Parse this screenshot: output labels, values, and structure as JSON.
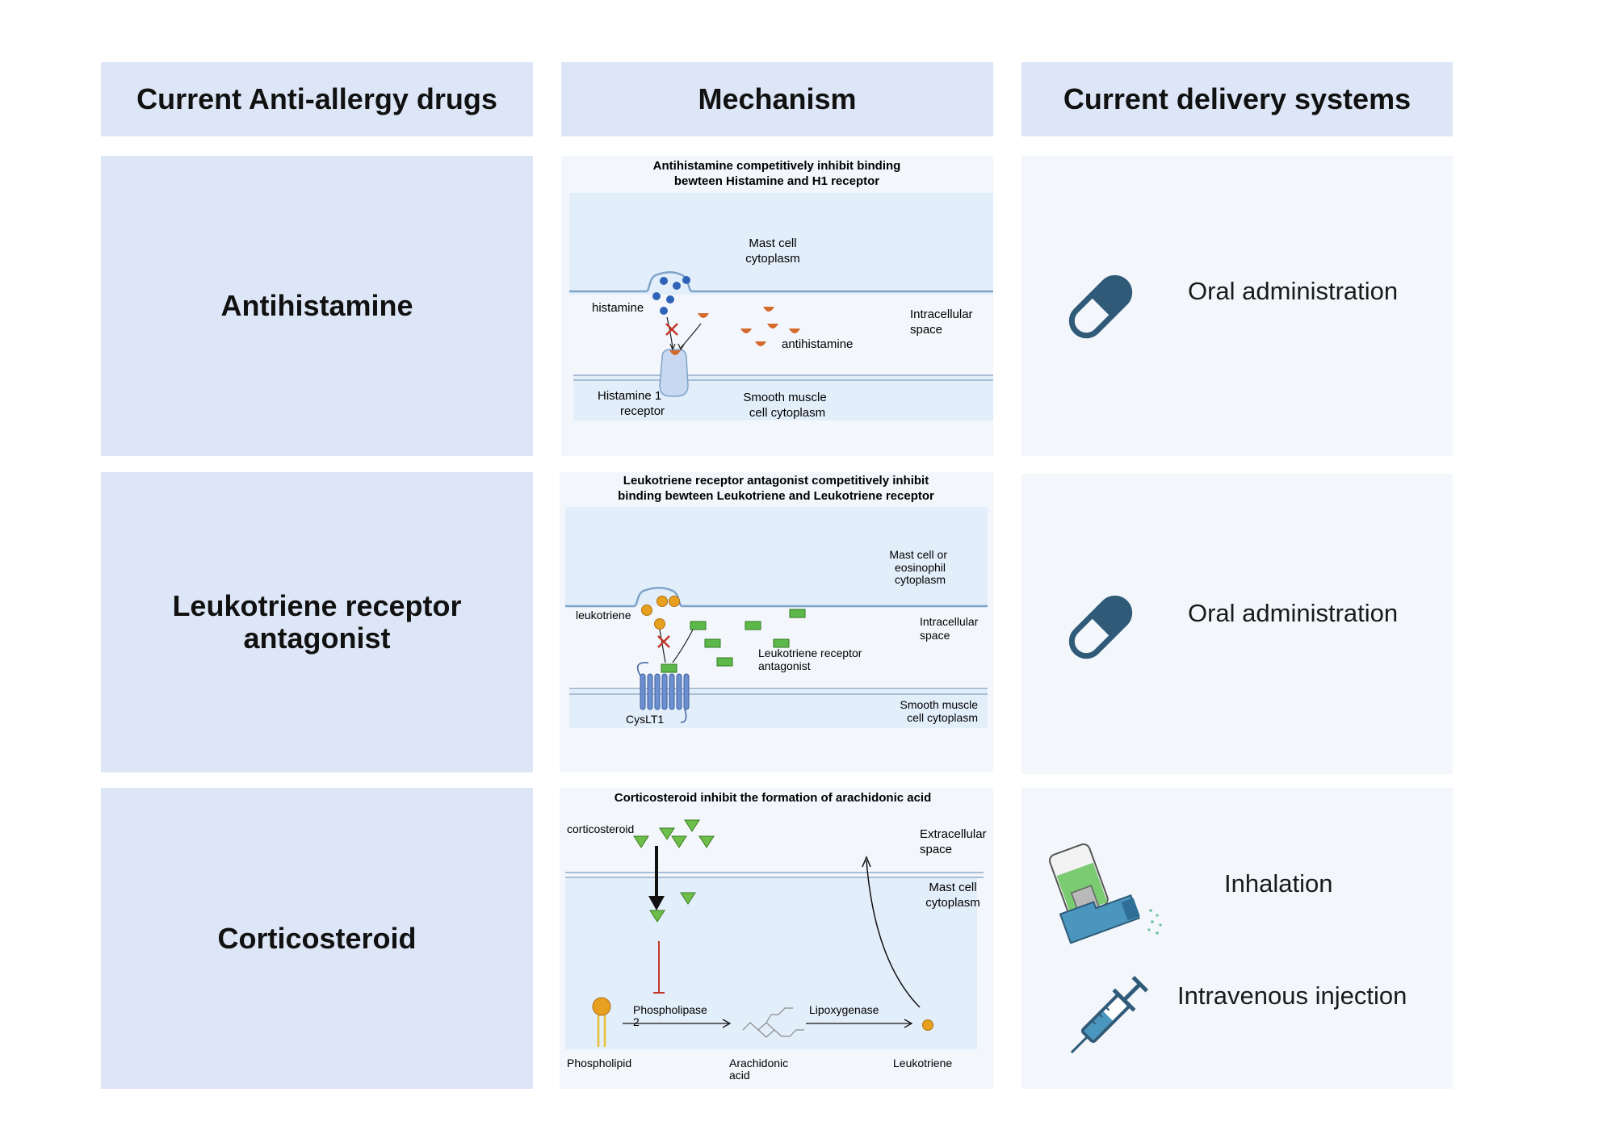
{
  "headers": {
    "drugs": "Current Anti-allergy drugs",
    "mechanism": "Mechanism",
    "delivery": "Current delivery systems"
  },
  "rows": [
    {
      "drug_line1": "Antihistamine",
      "drug_line2": "",
      "mechanism": {
        "title_line1": "Antihistamine competitively inhibit binding",
        "title_line2": "bewteen Histamine and H1 receptor",
        "mast_cell": [
          "Mast  cell",
          "cytoplasm"
        ],
        "histamine": "histamine",
        "intracellular": [
          "Intracellular",
          "space"
        ],
        "antihistamine": "antihistamine",
        "receptor": [
          "Histamine 1",
          "receptor"
        ],
        "smooth_muscle": [
          "Smooth muscle",
          "cell cytoplasm"
        ]
      },
      "delivery": [
        "Oral administration"
      ],
      "icons": [
        "pill-icon"
      ]
    },
    {
      "drug_line1": "Leukotriene receptor",
      "drug_line2": "antagonist",
      "mechanism": {
        "title_line1": "Leukotriene receptor antagonist  competitively inhibit",
        "title_line2": "binding bewteen Leukotriene and Leukotriene receptor",
        "mast_cell": [
          "Mast  cell or",
          "eosinophil",
          "cytoplasm"
        ],
        "leukotriene": "leukotriene",
        "intracellular": [
          "Intracellular",
          "space"
        ],
        "antagonist": [
          "Leukotriene receptor",
          "antagonist"
        ],
        "receptor": "CysLT1",
        "smooth_muscle": [
          "Smooth muscle",
          "cell cytoplasm"
        ]
      },
      "delivery": [
        "Oral administration"
      ],
      "icons": [
        "pill-icon"
      ]
    },
    {
      "drug_line1": "Corticosteroid",
      "drug_line2": "",
      "mechanism": {
        "title": "Corticosteroid inhibit the formation of arachidonic acid",
        "corticosteroid": "corticosteroid",
        "extracellular": [
          "Extracellular",
          "space"
        ],
        "mast_cell": [
          "Mast  cell",
          "cytoplasm"
        ],
        "phospholipase": [
          "Phospholipase",
          "2"
        ],
        "lipoxygenase": "Lipoxygenase",
        "phospholipid": "Phospholipid",
        "arachidonic": [
          "Arachidonic",
          "acid"
        ],
        "leukotriene": "Leukotriene"
      },
      "delivery": [
        "Inhalation",
        "Intravenous injection"
      ],
      "icons": [
        "inhaler-icon",
        "syringe-icon"
      ]
    }
  ],
  "colors": {
    "header_bg": "#dde6f6",
    "panel_bg": "#f3f6fb",
    "cytoplasm": "#e3eefb",
    "pill": "#2f5b78",
    "histamine": "#2f63b8",
    "antihistamine": "#d46a2a",
    "leukotriene": "#e8a020",
    "antagonist": "#5cb848",
    "corticosteroid": "#6cc04a",
    "receptor": "#c7d8f0",
    "cysltr": "#6c8fcf",
    "inhibit": "#c0392b"
  }
}
